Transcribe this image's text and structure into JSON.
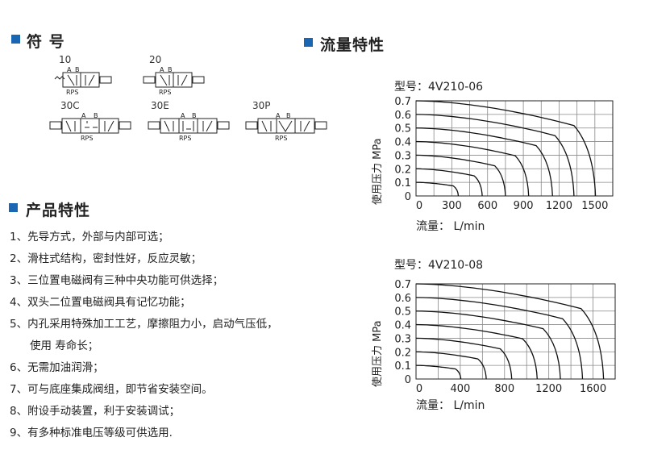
{
  "symbols_section": {
    "title": "符 号",
    "labels": [
      "10",
      "20",
      "30C",
      "30E",
      "30P"
    ],
    "ports": {
      "a": "A",
      "b": "B",
      "rps": "RPS"
    }
  },
  "flow_section": {
    "title": "流量特性"
  },
  "features_section": {
    "title": "产品特性",
    "items": [
      "1、先导方式，外部与内部可选；",
      "2、滑柱式结构，密封性好，反应灵敏；",
      "3、三位置电磁阀有三种中央功能可供选择；",
      "4、双头二位置电磁阀具有记忆功能；",
      "5、内孔采用特殊加工工艺，摩擦阻力小，启动气压低，",
      "使用 寿命长；",
      "6、无需加油润滑；",
      "7、可与底座集成阀组，即节省安装空间。",
      "8、附设手动装置，利于安装调试；",
      "9、有多种标准电压等级可供选用."
    ]
  },
  "colors": {
    "accent": "#1a66b3",
    "grid": "#888888",
    "curve": "#111111"
  },
  "chart_data": [
    {
      "type": "line",
      "title": "型号：4V210-06",
      "xlabel": "流量：  L/min",
      "ylabel": "使用压力 MPa",
      "xlim": [
        0,
        1650
      ],
      "ylim": [
        0,
        0.7
      ],
      "x_grid_step": 150,
      "y_grid_step": 0.1,
      "grid": true,
      "xticks": [
        0,
        300,
        600,
        900,
        1200,
        1500
      ],
      "xtick_labels": [
        "0",
        "300",
        "600",
        "900",
        "1200",
        "1500"
      ],
      "yticks": [
        0,
        0.1,
        0.2,
        0.3,
        0.4,
        0.5,
        0.6,
        0.7
      ],
      "ytick_labels": [
        "0",
        "0.1",
        "0.2",
        "0.3",
        "0.4",
        "0.5",
        "0.6",
        "0.7"
      ],
      "series": [
        {
          "pressure": 0.1,
          "max_flow": 355
        },
        {
          "pressure": 0.2,
          "max_flow": 555
        },
        {
          "pressure": 0.3,
          "max_flow": 750
        },
        {
          "pressure": 0.4,
          "max_flow": 945
        },
        {
          "pressure": 0.5,
          "max_flow": 1145
        },
        {
          "pressure": 0.6,
          "max_flow": 1325
        },
        {
          "pressure": 0.7,
          "max_flow": 1505
        }
      ]
    },
    {
      "type": "line",
      "title": "型号：4V210-08",
      "xlabel": "流量：  L/min",
      "ylabel": "使用压力 MPa",
      "xlim": [
        0,
        1800
      ],
      "ylim": [
        0,
        0.7
      ],
      "x_grid_step": 200,
      "y_grid_step": 0.1,
      "grid": true,
      "xticks": [
        0,
        400,
        800,
        1200,
        1600
      ],
      "xtick_labels": [
        "0",
        "400",
        "800",
        "1200",
        "1600"
      ],
      "yticks": [
        0,
        0.1,
        0.2,
        0.3,
        0.4,
        0.5,
        0.6,
        0.7
      ],
      "ytick_labels": [
        "0",
        "0.1",
        "0.2",
        "0.3",
        "0.4",
        "0.5",
        "0.6",
        "0.7"
      ],
      "series": [
        {
          "pressure": 0.1,
          "max_flow": 405
        },
        {
          "pressure": 0.2,
          "max_flow": 635
        },
        {
          "pressure": 0.3,
          "max_flow": 865
        },
        {
          "pressure": 0.4,
          "max_flow": 1095
        },
        {
          "pressure": 0.5,
          "max_flow": 1305
        },
        {
          "pressure": 0.6,
          "max_flow": 1505
        },
        {
          "pressure": 0.7,
          "max_flow": 1695
        }
      ]
    }
  ]
}
